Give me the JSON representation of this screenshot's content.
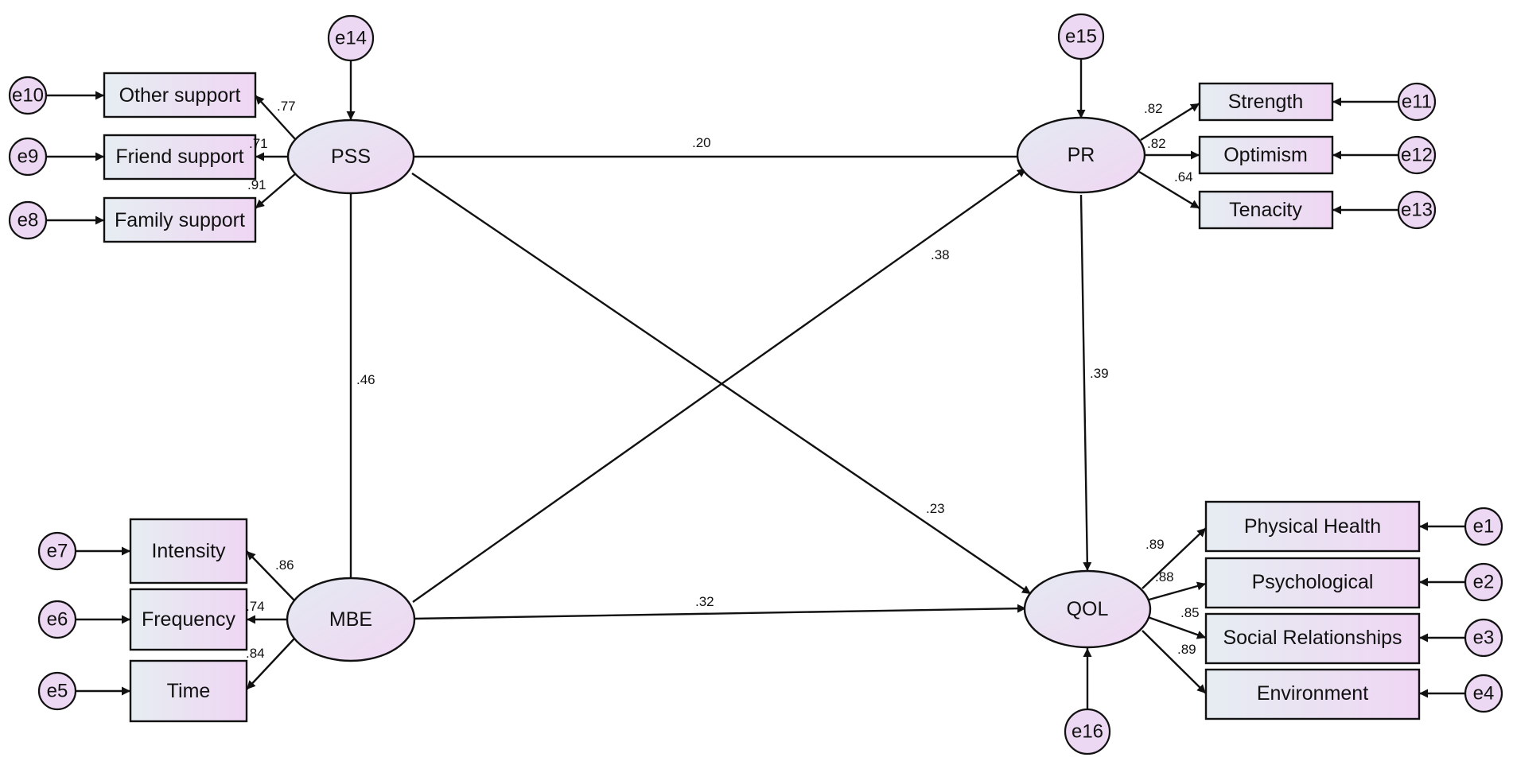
{
  "latents": [
    {
      "id": "pss",
      "label": "PSS"
    },
    {
      "id": "pr",
      "label": "PR"
    },
    {
      "id": "mbe",
      "label": "MBE"
    },
    {
      "id": "qol",
      "label": "QOL"
    }
  ],
  "indicators": [
    {
      "id": "other_support",
      "label": "Other support"
    },
    {
      "id": "friend_support",
      "label": "Friend support"
    },
    {
      "id": "family_support",
      "label": "Family support"
    },
    {
      "id": "strength",
      "label": "Strength"
    },
    {
      "id": "optimism",
      "label": "Optimism"
    },
    {
      "id": "tenacity",
      "label": "Tenacity"
    },
    {
      "id": "intensity",
      "label": "Intensity"
    },
    {
      "id": "frequency",
      "label": "Frequency"
    },
    {
      "id": "time",
      "label": "Time"
    },
    {
      "id": "physical_health",
      "label": "Physical Health"
    },
    {
      "id": "psychological",
      "label": "Psychological"
    },
    {
      "id": "social_relationships",
      "label": "Social Relationships"
    },
    {
      "id": "environment",
      "label": "Environment"
    }
  ],
  "errors": [
    "e1",
    "e2",
    "e3",
    "e4",
    "e5",
    "e6",
    "e7",
    "e8",
    "e9",
    "e10",
    "e11",
    "e12",
    "e13",
    "e14",
    "e15",
    "e16"
  ],
  "loadings": {
    "pss_other_support": ".77",
    "pss_friend_support": ".71",
    "pss_family_support": ".91",
    "pr_strength": ".82",
    "pr_optimism": ".82",
    "pr_tenacity": ".64",
    "mbe_intensity": ".86",
    "mbe_frequency": ".74",
    "mbe_time": ".84",
    "qol_physical_health": ".89",
    "qol_psychological": ".88",
    "qol_social_relationships": ".85",
    "qol_environment": ".89"
  },
  "paths": {
    "pss_pr": ".20",
    "mbe_pr": ".38",
    "mbe_pss": ".46",
    "pr_qol": ".39",
    "pss_qol": ".23",
    "mbe_qol": ".32"
  }
}
